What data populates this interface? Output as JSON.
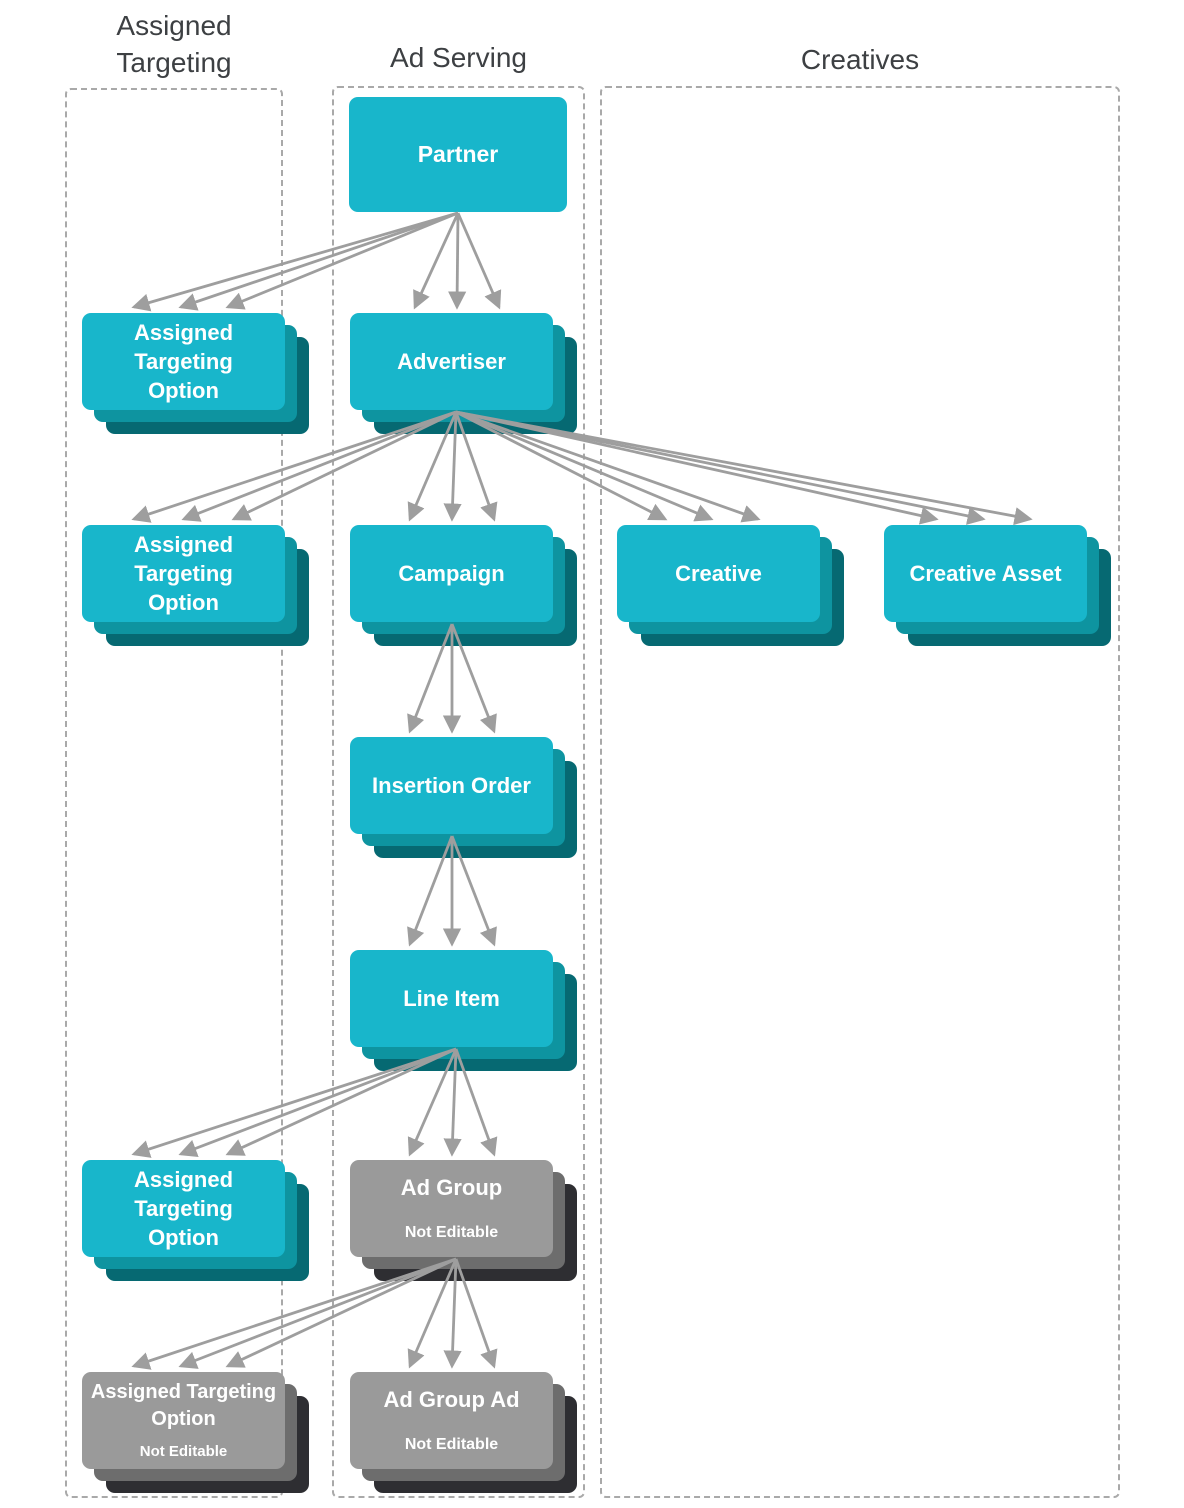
{
  "columns": {
    "assigned_targeting": {
      "title": "Assigned Targeting"
    },
    "ad_serving": {
      "title": "Ad Serving"
    },
    "creatives": {
      "title": "Creatives"
    }
  },
  "nodes": {
    "partner": {
      "label": "Partner"
    },
    "ato_partner": {
      "label": "Assigned Targeting Option"
    },
    "advertiser": {
      "label": "Advertiser"
    },
    "ato_advertiser": {
      "label": "Assigned Targeting Option"
    },
    "campaign": {
      "label": "Campaign"
    },
    "creative": {
      "label": "Creative"
    },
    "creative_asset": {
      "label": "Creative Asset"
    },
    "insertion_order": {
      "label": "Insertion Order"
    },
    "line_item": {
      "label": "Line Item"
    },
    "ato_line_item": {
      "label": "Assigned Targeting Option"
    },
    "ad_group": {
      "label": "Ad Group",
      "sublabel": "Not Editable"
    },
    "ato_ad_group": {
      "label": "Assigned Targeting Option",
      "sublabel": "Not Editable"
    },
    "ad_group_ad": {
      "label": "Ad Group Ad",
      "sublabel": "Not Editable"
    }
  },
  "edges": [
    {
      "from": "Partner",
      "to": "Assigned Targeting Option",
      "cardinality": "one-to-many"
    },
    {
      "from": "Partner",
      "to": "Advertiser",
      "cardinality": "one-to-many"
    },
    {
      "from": "Advertiser",
      "to": "Assigned Targeting Option",
      "cardinality": "one-to-many"
    },
    {
      "from": "Advertiser",
      "to": "Campaign",
      "cardinality": "one-to-many"
    },
    {
      "from": "Advertiser",
      "to": "Creative",
      "cardinality": "one-to-many"
    },
    {
      "from": "Advertiser",
      "to": "Creative Asset",
      "cardinality": "one-to-many"
    },
    {
      "from": "Campaign",
      "to": "Insertion Order",
      "cardinality": "one-to-many"
    },
    {
      "from": "Insertion Order",
      "to": "Line Item",
      "cardinality": "one-to-many"
    },
    {
      "from": "Line Item",
      "to": "Assigned Targeting Option",
      "cardinality": "one-to-many"
    },
    {
      "from": "Line Item",
      "to": "Ad Group",
      "cardinality": "one-to-many"
    },
    {
      "from": "Ad Group",
      "to": "Assigned Targeting Option",
      "cardinality": "one-to-many"
    },
    {
      "from": "Ad Group",
      "to": "Ad Group Ad",
      "cardinality": "one-to-many"
    }
  ],
  "colors": {
    "node_cyan": "#18b6cb",
    "node_cyan_mid": "#0e94a0",
    "node_cyan_dark": "#066972",
    "node_gray": "#9a9a9a",
    "node_gray_mid": "#6d6d6d",
    "node_gray_dark": "#2e2e32",
    "arrow": "#9e9e9e",
    "column_border": "#a9a9a9",
    "title_text": "#3d4043",
    "node_text": "#ffffff"
  }
}
